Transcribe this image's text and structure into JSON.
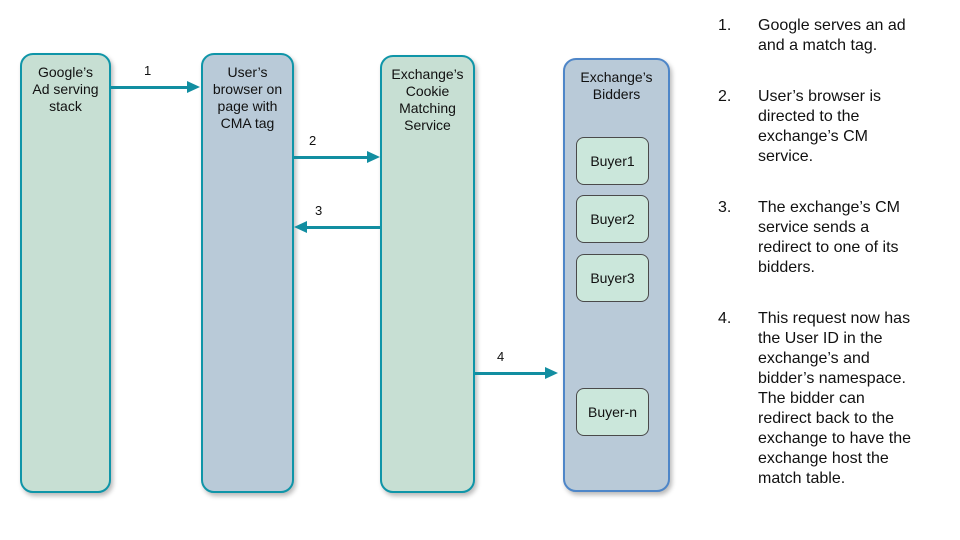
{
  "diagram": {
    "nodes": [
      {
        "title": "Google’s\nAd serving\nstack"
      },
      {
        "title": "User’s\nbrowser on\npage with\nCMA tag"
      },
      {
        "title": "Exchange’s\nCookie\nMatching\nService"
      },
      {
        "title": "Exchange’s\nBidders",
        "buyers": [
          {
            "label": "Buyer1"
          },
          {
            "label": "Buyer2"
          },
          {
            "label": "Buyer3"
          },
          {
            "label": "Buyer-n"
          }
        ]
      }
    ],
    "arrows": [
      {
        "label": "1",
        "from": "google-ad-serving-stack",
        "to": "users-browser",
        "direction": "right"
      },
      {
        "label": "2",
        "from": "users-browser",
        "to": "cookie-matching-service",
        "direction": "right"
      },
      {
        "label": "3",
        "from": "cookie-matching-service",
        "to": "users-browser",
        "direction": "left"
      },
      {
        "label": "4",
        "from": "cookie-matching-service",
        "to": "exchanges-bidders",
        "direction": "right"
      }
    ],
    "colors": {
      "green_fill": "#c7dfd3",
      "blue_fill": "#b9cad8",
      "teal_border": "#0f95a8",
      "blue_border": "#4e86c8",
      "buyer_fill": "#cbe7db",
      "buyer_border": "#4a4a4a",
      "arrow": "#128ea1",
      "text": "#111111"
    }
  },
  "steps": {
    "items": [
      {
        "number": "1.",
        "text": "Google serves an ad\nand a match tag."
      },
      {
        "number": "2.",
        "text": "User’s browser is\ndirected to the\nexchange’s CM\nservice."
      },
      {
        "number": "3.",
        "text": "The exchange’s CM\nservice sends a\nredirect to one of its\nbidders."
      },
      {
        "number": "4.",
        "text": "This request now has\nthe User ID in the\nexchange’s and\nbidder’s namespace.\nThe bidder can\nredirect back to the\nexchange to have the\nexchange host the\nmatch table."
      }
    ]
  }
}
